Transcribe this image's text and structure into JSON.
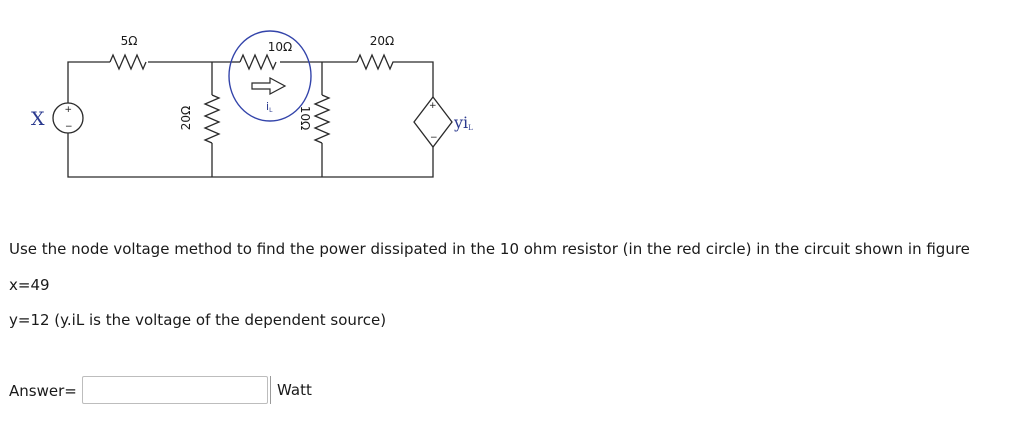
{
  "circuit": {
    "source_label": "X",
    "dependent_source_label": "yi",
    "dependent_source_subscript": "L",
    "current_label": "i",
    "current_subscript": "L",
    "resistors": {
      "r_series_left": "5Ω",
      "r_series_mid": "10Ω",
      "r_series_right": "20Ω",
      "r_shunt_left": "20Ω",
      "r_shunt_right": "10Ω"
    },
    "highlight_circle_color": "#3344aa",
    "label_color": "#2b3a8f"
  },
  "question": {
    "prompt": "Use the node voltage method to find the power dissipated in the 10 ohm resistor (in the red circle) in the circuit shown in figure",
    "x_value": "x=49",
    "y_value": "y=12 (y.iL is the voltage of the dependent source)"
  },
  "answer": {
    "label": "Answer=",
    "value": "",
    "placeholder": "",
    "unit": "Watt"
  }
}
